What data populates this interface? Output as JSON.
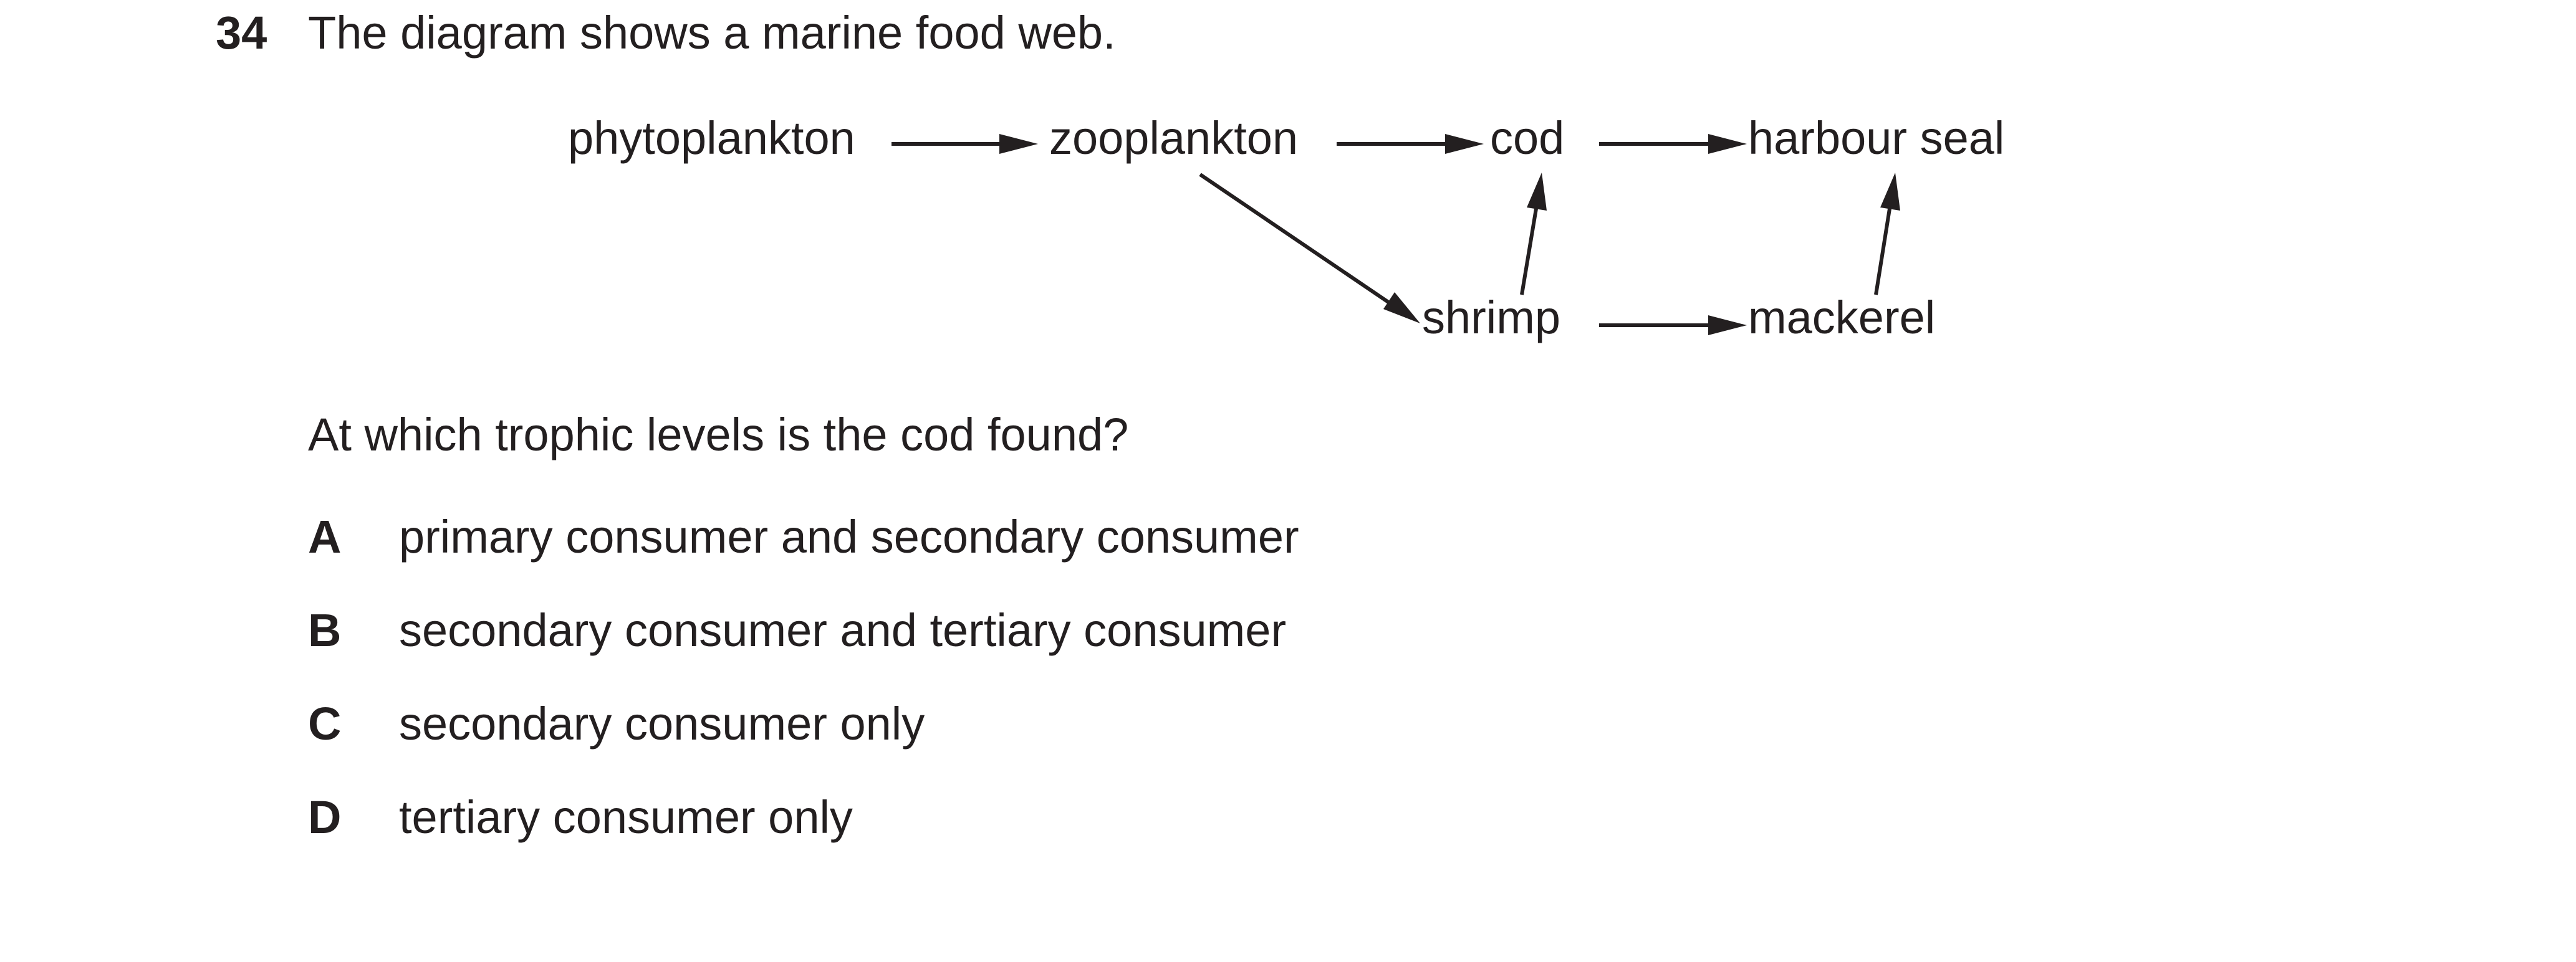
{
  "question": {
    "number": "34",
    "stem": "The diagram shows a marine food web.",
    "prompt": "At which trophic levels is the cod found?"
  },
  "food_web": {
    "organisms": {
      "phytoplankton": "phytoplankton",
      "zooplankton": "zooplankton",
      "cod": "cod",
      "harbour_seal": "harbour seal",
      "shrimp": "shrimp",
      "mackerel": "mackerel"
    },
    "links": [
      {
        "from": "phytoplankton",
        "to": "zooplankton"
      },
      {
        "from": "zooplankton",
        "to": "cod"
      },
      {
        "from": "cod",
        "to": "harbour seal"
      },
      {
        "from": "zooplankton",
        "to": "shrimp"
      },
      {
        "from": "shrimp",
        "to": "cod"
      },
      {
        "from": "shrimp",
        "to": "mackerel"
      },
      {
        "from": "mackerel",
        "to": "harbour seal"
      }
    ]
  },
  "options": [
    {
      "letter": "A",
      "text": "primary consumer and secondary consumer"
    },
    {
      "letter": "B",
      "text": "secondary consumer and tertiary consumer"
    },
    {
      "letter": "C",
      "text": "secondary consumer only"
    },
    {
      "letter": "D",
      "text": "tertiary consumer only"
    }
  ]
}
